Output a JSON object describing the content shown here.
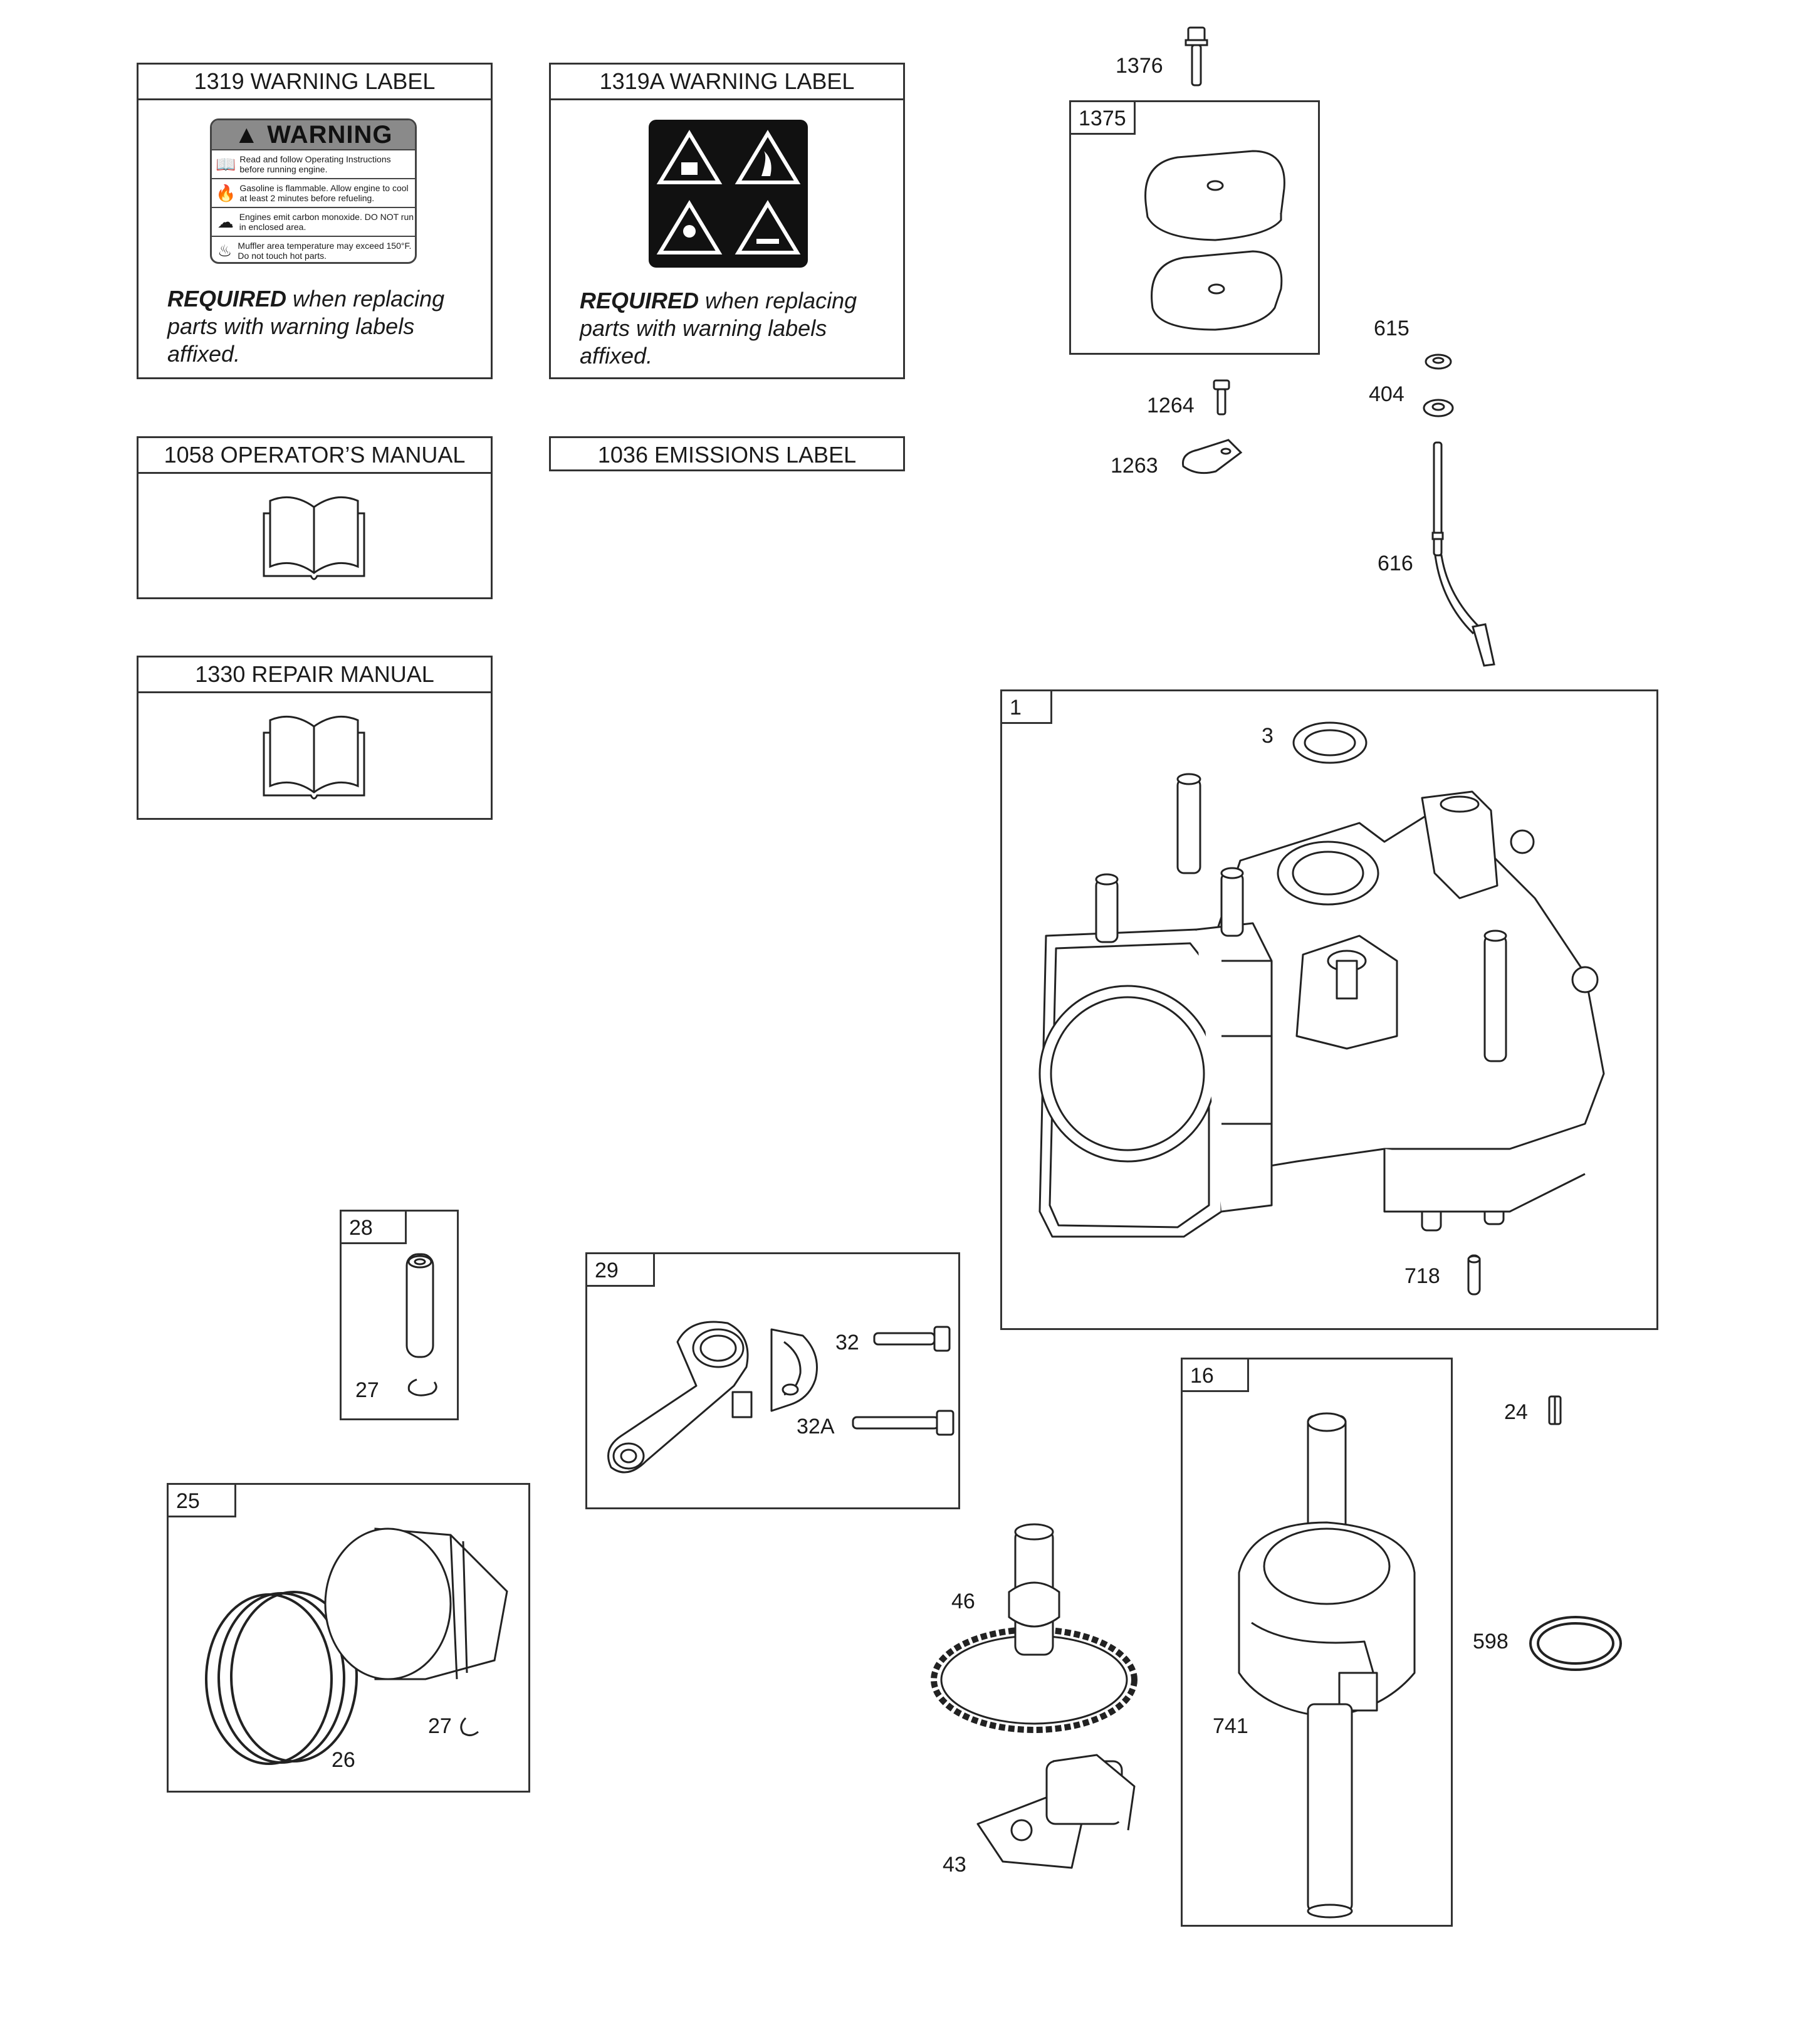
{
  "labels": {
    "b1319": {
      "title": "1319 WARNING LABEL",
      "req_bold": "REQUIRED",
      "req_text": " when replacing parts with warning labels affixed."
    },
    "b1319a": {
      "title": "1319A WARNING LABEL",
      "req_bold": "REQUIRED",
      "req_text": " when replacing parts with warning labels affixed."
    },
    "b1058": {
      "title": "1058 OPERATOR’S MANUAL"
    },
    "b1036": {
      "title": "1036 EMISSIONS LABEL"
    },
    "b1330": {
      "title": "1330 REPAIR MANUAL"
    }
  },
  "warning_sticker": {
    "header": "WARNING",
    "lines": [
      "Read and follow Operating Instructions before running engine.",
      "Gasoline is flammable. Allow engine to cool at least 2 minutes before refueling.",
      "Engines emit carbon monoxide. DO NOT run in enclosed area.",
      "Muffler area temperature may exceed 150°F. Do not touch hot parts."
    ]
  },
  "groups": {
    "g1375": "1375",
    "g1": "1",
    "g28": "28",
    "g29": "29",
    "g25": "25",
    "g16": "16"
  },
  "callouts": {
    "c1376": "1376",
    "c615": "615",
    "c404": "404",
    "c1264": "1264",
    "c1263": "1263",
    "c616": "616",
    "c3": "3",
    "c718": "718",
    "c27a": "27",
    "c32": "32",
    "c32a": "32A",
    "c27b": "27",
    "c26": "26",
    "c46": "46",
    "c43": "43",
    "c24": "24",
    "c598": "598",
    "c741": "741"
  }
}
